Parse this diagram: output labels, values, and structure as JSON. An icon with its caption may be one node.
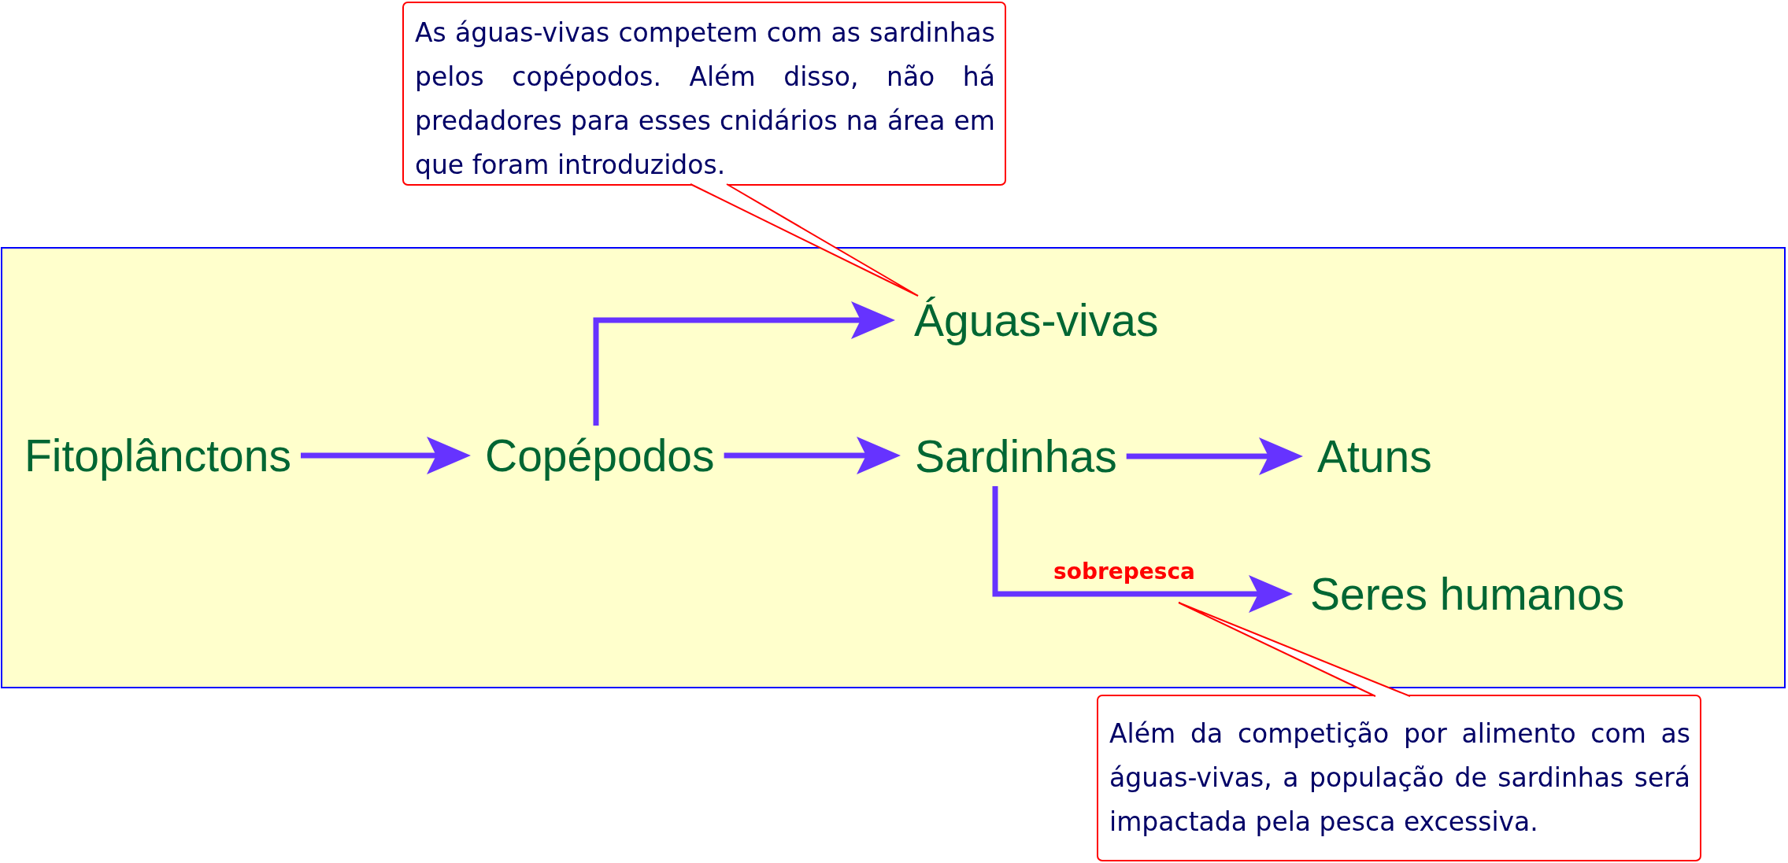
{
  "diagram": {
    "nodes": [
      {
        "text": [
          "As águas-vivas competem com as sardinhas pelos copépodos. Além disso, não há predadores para esses cnidários na área em que foram introduzidos."
        ]
      },
      {
        "text": [],
        "shape": "box"
      },
      {
        "text": [
          "Fitoplânctons"
        ],
        "in": 1
      },
      {
        "text": [
          "Copépodos"
        ],
        "in": 1
      },
      {
        "text": [
          "Águas-vivas"
        ],
        "in": 1
      },
      {
        "text": [
          "Sardinhas"
        ],
        "in": 1
      },
      {
        "text": [
          "Atuns"
        ],
        "in": 1
      },
      {
        "text": [
          "Seres humanos"
        ],
        "in": 1
      },
      {
        "text": [
          "Além da competição por alimento com as águas-vivas, a população de sardinhas será impactada pela pesca excessiva."
        ]
      }
    ],
    "edges": [
      {
        "from": 2,
        "to": 3,
        "arrow": "to"
      },
      {
        "from": 3,
        "to": 4,
        "arrow": "to"
      },
      {
        "from": 3,
        "to": 5,
        "arrow": "to"
      },
      {
        "from": 5,
        "to": 6,
        "arrow": "to"
      },
      {
        "from": 5,
        "to": 7,
        "arrow": "to",
        "label": "sobrepesca"
      },
      {
        "from": 0,
        "to": 4,
        "arrow": "none",
        "color": "#ff0000"
      },
      {
        "from": 8,
        "to": null,
        "arrow": "none",
        "color": "#ff0000"
      }
    ]
  }
}
